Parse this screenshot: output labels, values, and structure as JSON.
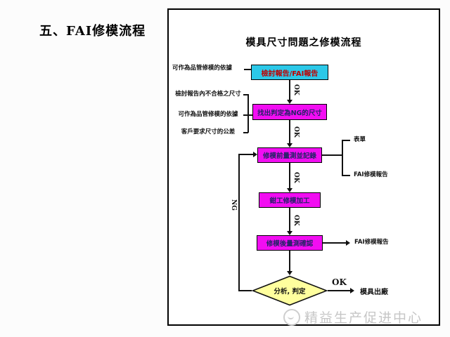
{
  "page": {
    "title": "五、FAI修模流程",
    "watermark": "精益生产促进中心"
  },
  "diagram": {
    "title": "模具尺寸問題之修模流程",
    "nodes": {
      "start": {
        "label": "檢討報告/FAI報告",
        "bg": "#2bc8e8",
        "text_color": "#c00000",
        "shape": "rect"
      },
      "find_ng": {
        "label": "找出判定為NG的尺寸",
        "bg": "#f20df2",
        "text_color": "#232366",
        "shape": "rect"
      },
      "pre_measure": {
        "label": "修模前量測並記錄",
        "bg": "#f20df2",
        "text_color": "#232366",
        "shape": "rect"
      },
      "repair": {
        "label": "鉗工修模加工",
        "bg": "#f20df2",
        "text_color": "#232366",
        "shape": "rect"
      },
      "post_measure": {
        "label": "修模後量測確認",
        "bg": "#f20df2",
        "text_color": "#232366",
        "shape": "rect"
      },
      "decision": {
        "label": "分析, 判定",
        "bg": "#ffff9e",
        "text_color": "#111111",
        "shape": "diamond"
      },
      "end": {
        "label": "模具出廠",
        "shape": "text"
      }
    },
    "annotations": {
      "start_note": "可作為品管修模的依據",
      "inputs": [
        "檢討報告內不合格之尺寸",
        "可作為品管修模的依據",
        "客戶要求尺寸的公差"
      ],
      "pre_measure_outputs": [
        "表單",
        "FAI修模報告"
      ],
      "post_measure_output": "FAI修模報告"
    },
    "edge_labels": {
      "ok": "OK",
      "ng": "NG"
    },
    "line_color": "#111111"
  }
}
